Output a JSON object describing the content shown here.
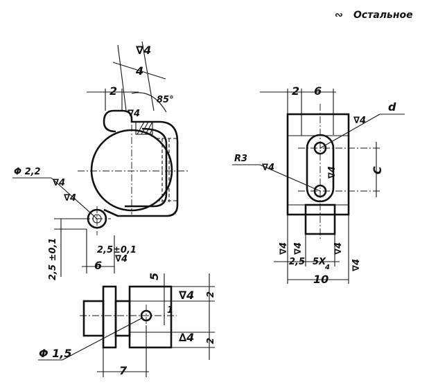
{
  "surface_note": {
    "symbol": "∾",
    "text": "Остальное"
  },
  "view_left": {
    "dims": {
      "a": "2",
      "b": "4",
      "angle": "85°",
      "hole_dia": "Φ 2,2",
      "tol_a": "2,5 ±0,1",
      "tol_b": "2,5±0,1",
      "w": "6"
    },
    "roughness": [
      "∇4",
      "∇4",
      "∇4",
      "∇4",
      "∇4"
    ]
  },
  "view_bottom": {
    "dims": {
      "h": "5",
      "d1": "2",
      "d2": "2",
      "w": "7",
      "one": "1",
      "hole_dia": "Φ 1,5"
    },
    "roughness": [
      "∇4",
      "∆4"
    ]
  },
  "view_right": {
    "dims": {
      "a": "2",
      "b": "6",
      "d": "d",
      "r": "R3",
      "c": "C",
      "bottom": "2,5",
      "slot": "5X",
      "slot_sub": "4",
      "w": "10"
    },
    "roughness": [
      "∇4",
      "∇4",
      "∇4",
      "∇4",
      "∇4",
      "∇4",
      "∇4"
    ]
  }
}
